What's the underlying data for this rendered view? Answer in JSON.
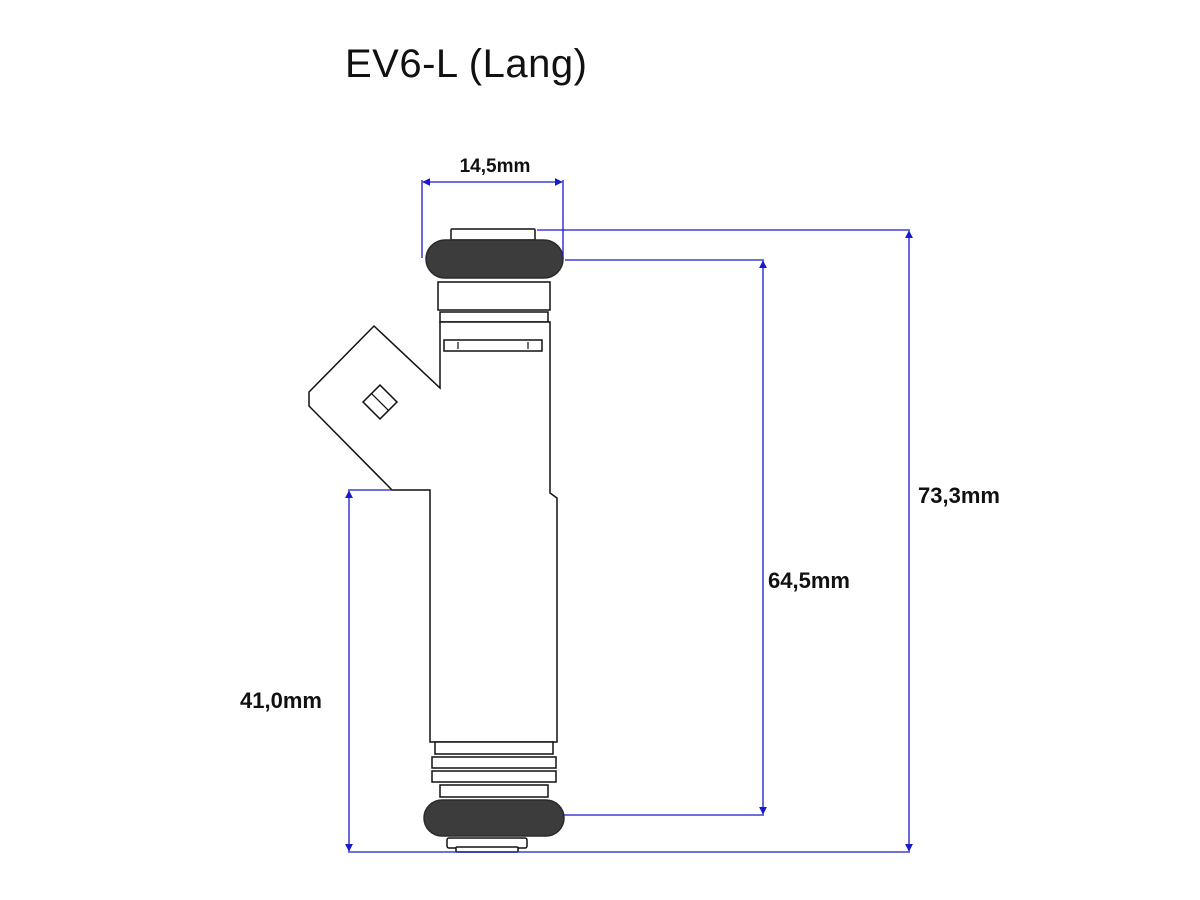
{
  "title": "EV6-L (Lang)",
  "dimensions": {
    "width_top": "14,5mm",
    "total_length": "73,3mm",
    "oring_to_oring": "64,5mm",
    "lower_body": "41,0mm"
  },
  "colors": {
    "dimension_line": "#1a1acc",
    "outline": "#111111",
    "oring": "#3c3c3c",
    "text": "#111111"
  }
}
